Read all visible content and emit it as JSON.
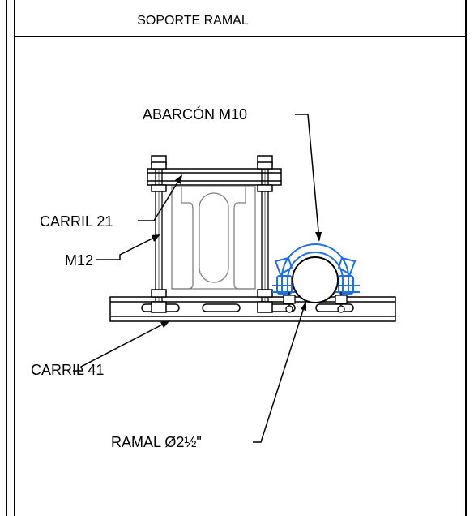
{
  "drawing": {
    "title": "SOPORTE RAMAL",
    "labels": {
      "abarcon": "ABARCÓN M10",
      "carril21": "CARRIL 21",
      "m12": "M12",
      "carril41": "CARRIL 41",
      "ramal": "RAMAL Ø2½\""
    },
    "colors": {
      "line": "#000000",
      "part": "#808080",
      "clamp": "#1e6fe0",
      "background": "#ffffff"
    }
  }
}
